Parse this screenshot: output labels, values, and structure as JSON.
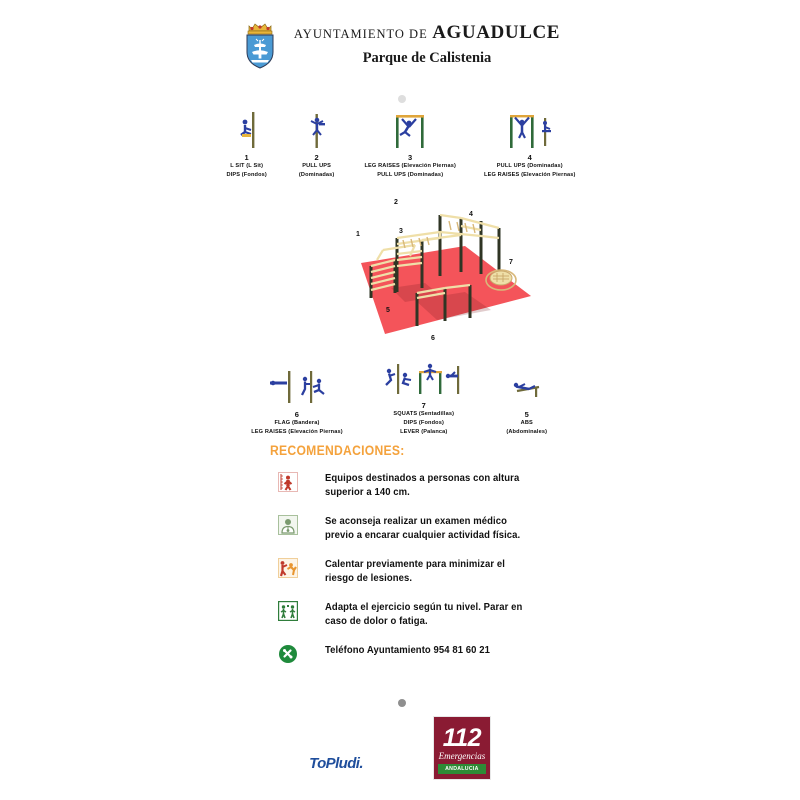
{
  "header": {
    "crest_icon": "aguadulce-coat-of-arms",
    "title_prefix": "AYUNTAMIENTO DE",
    "title_main": "AGUADULCE",
    "subtitle": "Parque de Calistenia"
  },
  "exercises_top": [
    {
      "number": "1",
      "labels": [
        "L SIT (L Sit)",
        "DIPS (Fondos)"
      ],
      "icons": [
        "l-sit-pictogram"
      ]
    },
    {
      "number": "2",
      "labels": [
        "PULL UPS",
        "(Dominadas)"
      ],
      "icons": [
        "pull-ups-pictogram"
      ]
    },
    {
      "number": "3",
      "labels": [
        "LEG RAISES (Elevación Piernas)",
        "PULL UPS (Dominadas)"
      ],
      "icons": [
        "leg-raises-pictogram"
      ]
    },
    {
      "number": "4",
      "labels": [
        "PULL UPS (Dominadas)",
        "LEG RAISES (Elevación Piernas)"
      ],
      "icons": [
        "pull-ups-bar-pictogram",
        "leg-raises-bar-pictogram"
      ]
    }
  ],
  "exercises_bottom": [
    {
      "number": "6",
      "labels": [
        "FLAG (Bandera)",
        "LEG RAISES (Elevación Piernas)"
      ],
      "icons": [
        "flag-pictogram",
        "leg-raises-seated-pictogram"
      ]
    },
    {
      "number": "7",
      "labels": [
        "SQUATS (Sentadillas)",
        "DIPS (Fondos)",
        "LEVER (Palanca)"
      ],
      "icons": [
        "squats-pictogram",
        "dips-pictogram",
        "lever-pictogram"
      ]
    },
    {
      "number": "5",
      "labels": [
        "ABS",
        "(Abdominales)"
      ],
      "icons": [
        "abs-pictogram"
      ]
    }
  ],
  "diagram": {
    "name": "calisthenics-park-isometric-plan",
    "platform_color": "#f4545a",
    "post_color": "#2f3524",
    "bar_color": "#efdfa8",
    "callouts": [
      "1",
      "2",
      "3",
      "4",
      "5",
      "6",
      "7"
    ]
  },
  "recommendations": {
    "title": "RECOMENDACIONES:",
    "title_color": "#f4a23c",
    "items": [
      {
        "icon": "height-limit-icon",
        "icon_color": "#c0392b",
        "text": "Equipos destinados a personas con altura superior a 140 cm."
      },
      {
        "icon": "medical-exam-icon",
        "icon_color": "#7a9a6e",
        "text": "Se aconseja realizar un examen médico previo a encarar cualquier actividad física."
      },
      {
        "icon": "warm-up-icon",
        "icon_color": "#e8952f",
        "text": "Calentar previamente para minimizar el riesgo de lesiones."
      },
      {
        "icon": "adapt-level-icon",
        "icon_color": "#2f7d3b",
        "text": "Adapta el ejercicio según tu nivel. Parar en caso de dolor o fatiga."
      },
      {
        "icon": "maintenance-phone-icon",
        "icon_color": "#1f8a3c",
        "text": "Teléfono Ayuntamiento  954 81 60 21"
      }
    ]
  },
  "footer": {
    "brand_label": "ToPludi.",
    "emergency": {
      "number": "112",
      "caption": "Emergencias",
      "region": "ANDALUCIA",
      "bg_color": "#8a1b33",
      "region_bg_color": "#2e8b36"
    }
  }
}
